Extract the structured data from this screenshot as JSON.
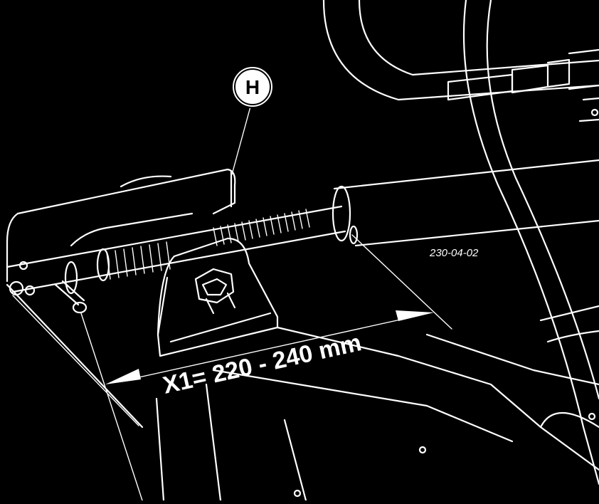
{
  "figure": {
    "callout_label": "H",
    "figure_code": "230-04-02",
    "dimension_label": "X1= 220 - 240 mm"
  },
  "colors": {
    "background": "#000000",
    "line": "#ffffff"
  }
}
